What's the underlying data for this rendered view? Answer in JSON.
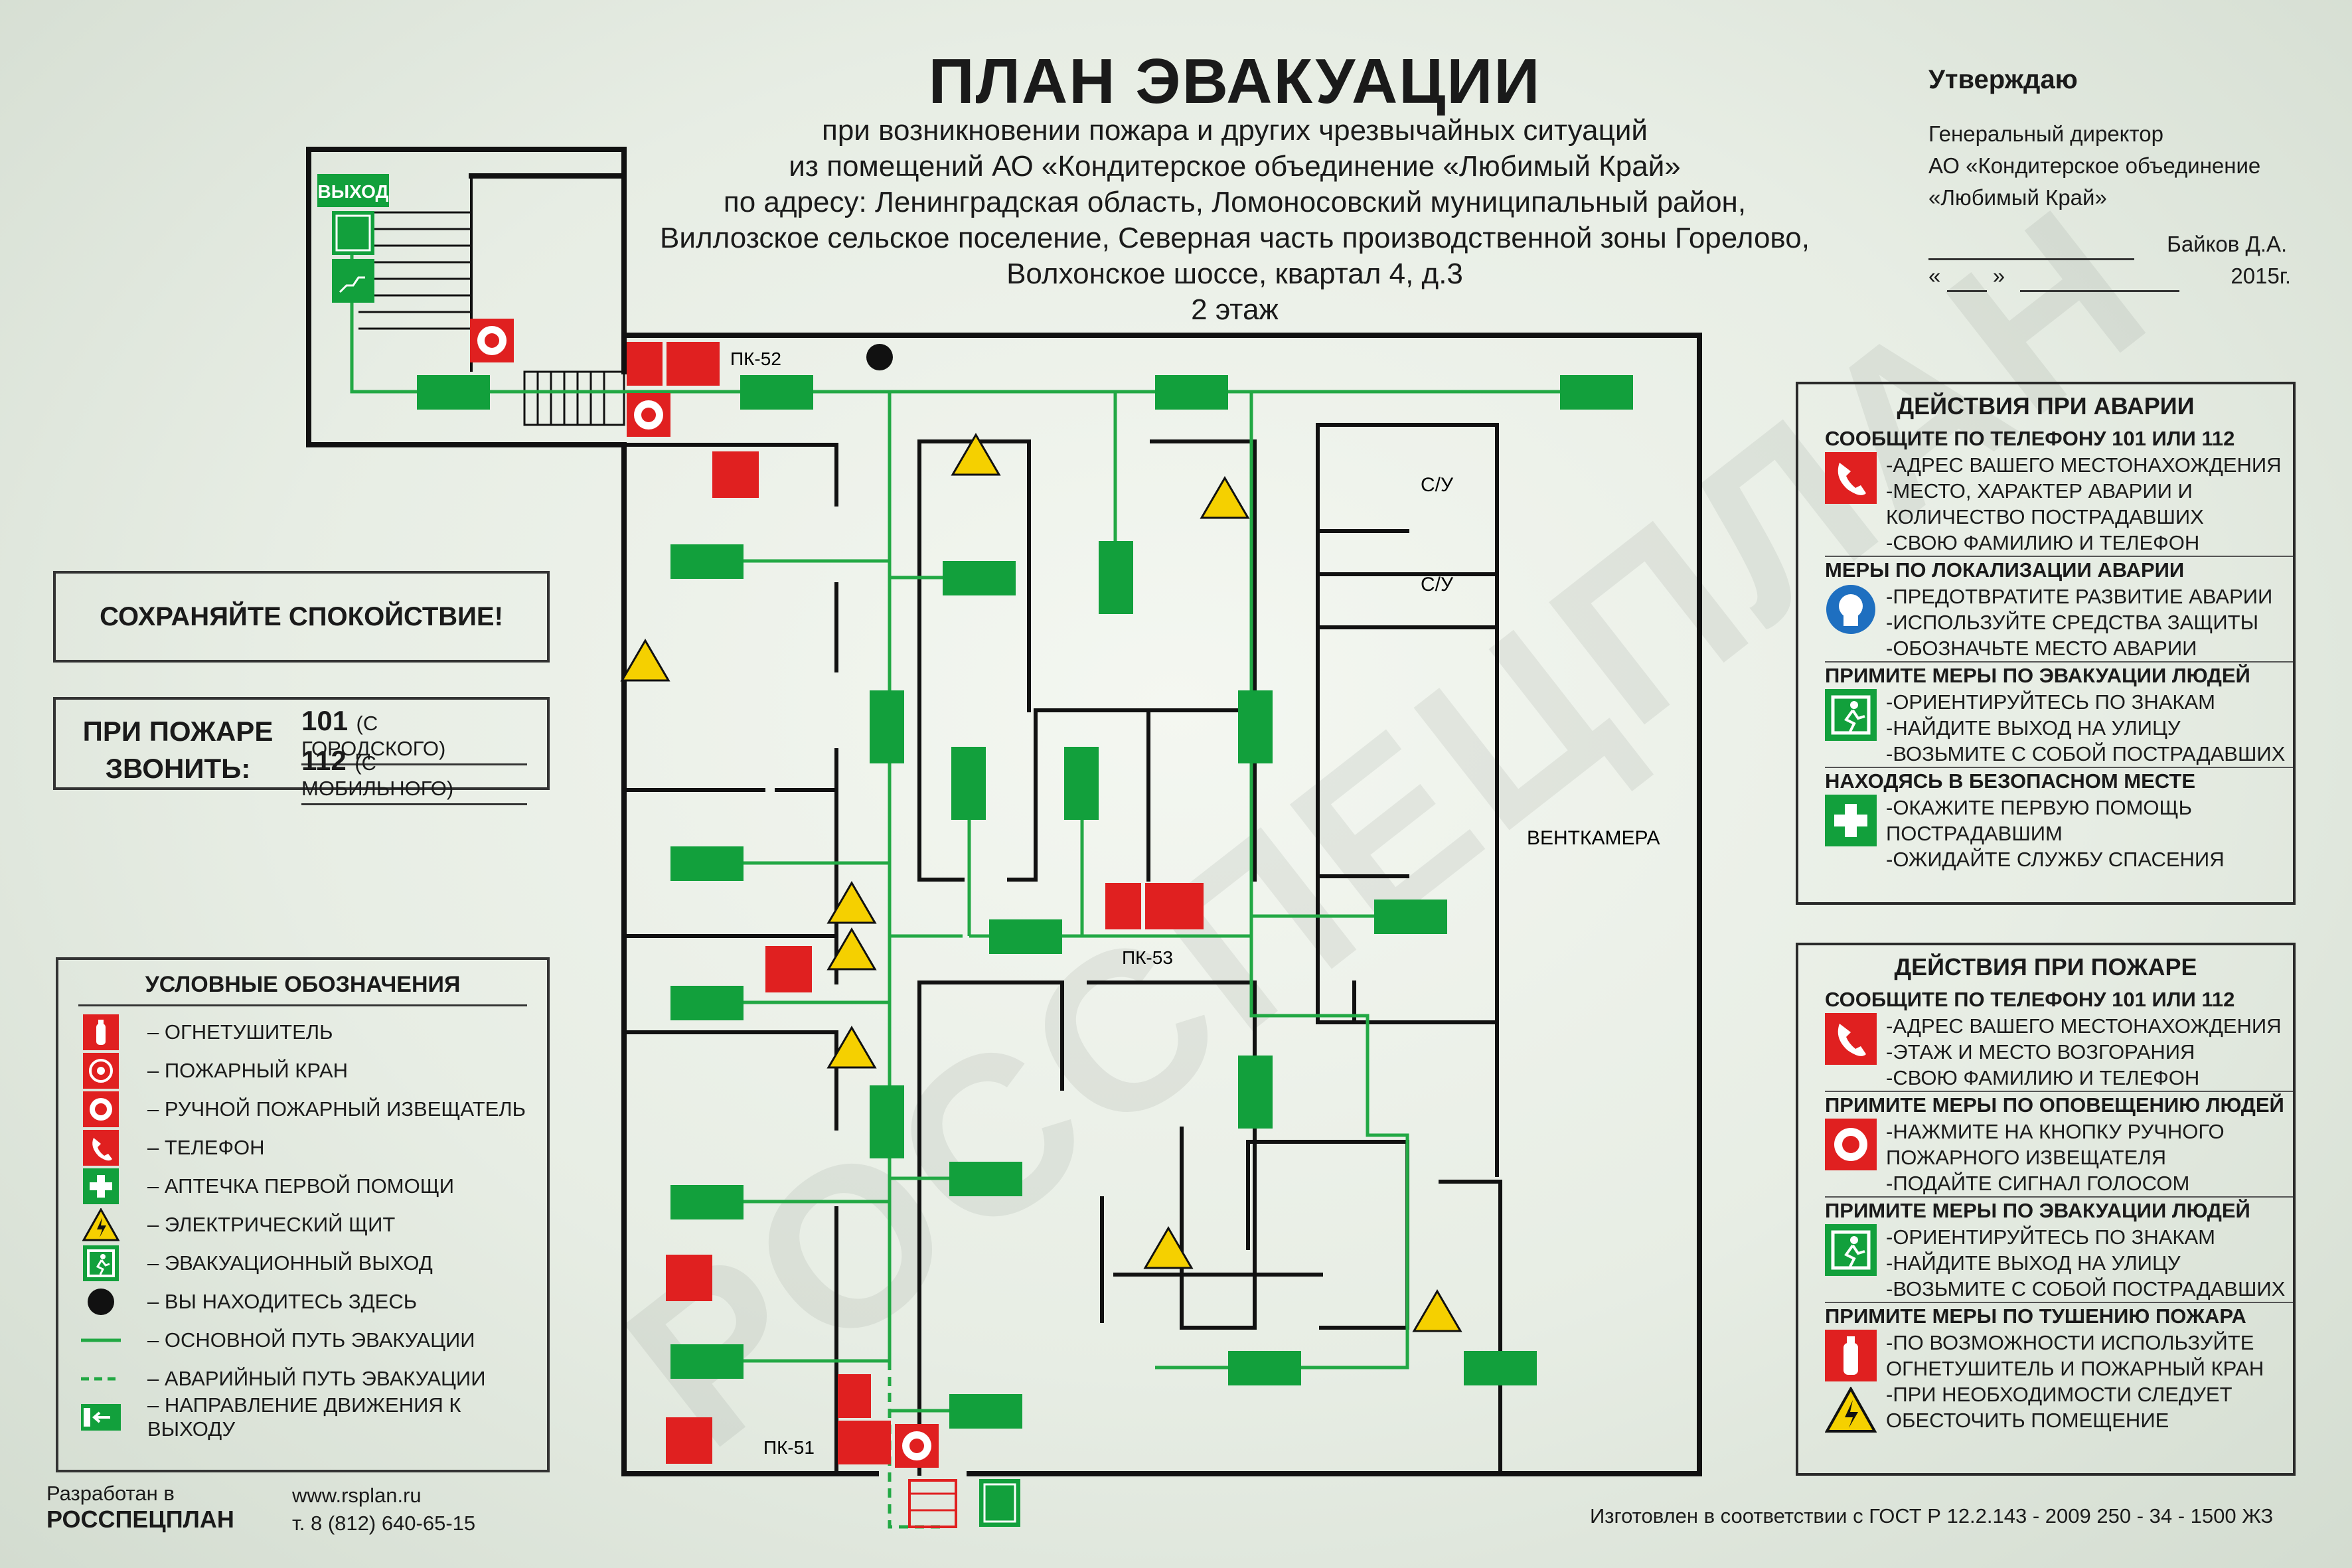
{
  "watermark": "РОССПЕЦПЛАН",
  "header": {
    "title": "ПЛАН ЭВАКУАЦИИ",
    "subtitle_lines": [
      "при возникновении пожара и других чрезвычайных ситуаций",
      "из помещений АО «Кондитерское объединение «Любимый Край»",
      "по адресу: Ленинградская область, Ломоносовский муниципальный район,",
      "Виллозское сельское поселение, Северная часть производственной зоны Горелово,",
      "Волхонское шоссе, квартал 4, д.3",
      "2 этаж"
    ]
  },
  "approval": {
    "heading": "Утверждаю",
    "position_lines": [
      "Генеральный директор",
      "АО «Кондитерское объединение",
      "«Любимый Край»"
    ],
    "signer": "Байков Д.А.",
    "date_open": "«",
    "date_close": "»",
    "year": "2015г."
  },
  "calm_box": "СОХРАНЯЙТЕ  СПОКОЙСТВИЕ!",
  "fire_call": {
    "label_line1": "ПРИ ПОЖАРЕ",
    "label_line2": "ЗВОНИТЬ:",
    "num1": "101",
    "num1_note": "(С ГОРОДСКОГО)",
    "num2": "112",
    "num2_note": "(С МОБИЛЬНОГО)"
  },
  "legend": {
    "title": "УСЛОВНЫЕ ОБОЗНАЧЕНИЯ",
    "items": [
      {
        "icon": "extinguisher-icon",
        "label": "– ОГНЕТУШИТЕЛЬ"
      },
      {
        "icon": "fire-hose-icon",
        "label": "– ПОЖАРНЫЙ КРАН"
      },
      {
        "icon": "manual-alarm-icon",
        "label": "– РУЧНОЙ ПОЖАРНЫЙ ИЗВЕЩАТЕЛЬ"
      },
      {
        "icon": "phone-icon",
        "label": "– ТЕЛЕФОН"
      },
      {
        "icon": "first-aid-icon",
        "label": "– АПТЕЧКА ПЕРВОЙ ПОМОЩИ"
      },
      {
        "icon": "electric-panel-icon",
        "label": "– ЭЛЕКТРИЧЕСКИЙ ЩИТ"
      },
      {
        "icon": "exit-icon",
        "label": "– ЭВАКУАЦИОННЫЙ ВЫХОД"
      },
      {
        "icon": "you-are-here-icon",
        "label": "– ВЫ НАХОДИТЕСЬ ЗДЕСЬ"
      },
      {
        "icon": "main-route-icon",
        "label": "– ОСНОВНОЙ ПУТЬ ЭВАКУАЦИИ"
      },
      {
        "icon": "emergency-route-icon",
        "label": "– АВАРИЙНЫЙ ПУТЬ ЭВАКУАЦИИ"
      },
      {
        "icon": "direction-arrow-icon",
        "label": "– НАПРАВЛЕНИЕ ДВИЖЕНИЯ К ВЫХОДУ"
      }
    ]
  },
  "plan": {
    "exit_label": "ВЫХОД",
    "hydrants": [
      "ПК-52",
      "ПК-53",
      "ПК-51"
    ],
    "rooms": [
      "С/У",
      "С/У",
      "ВЕНТКАМЕРА"
    ]
  },
  "accident_panel": {
    "title": "ДЕЙСТВИЯ ПРИ АВАРИИ",
    "sections": [
      {
        "heading": "СООБЩИТЕ ПО ТЕЛЕФОНУ  101 ИЛИ 112",
        "icon": "phone-icon",
        "lines": [
          "-АДРЕС ВАШЕГО МЕСТОНАХОЖДЕНИЯ",
          "-МЕСТО, ХАРАКТЕР АВАРИИ И",
          " КОЛИЧЕСТВО ПОСТРАДАВШИХ",
          "-СВОЮ ФАМИЛИЮ И  ТЕЛЕФОН"
        ]
      },
      {
        "heading": "МЕРЫ ПО ЛОКАЛИЗАЦИИ АВАРИИ",
        "icon": "protective-mask-icon",
        "lines": [
          "-ПРЕДОТВРАТИТЕ РАЗВИТИЕ АВАРИИ",
          "-ИСПОЛЬЗУЙТЕ СРЕДСТВА ЗАЩИТЫ",
          "-ОБОЗНАЧЬТЕ МЕСТО АВАРИИ"
        ]
      },
      {
        "heading": "ПРИМИТЕ МЕРЫ ПО ЭВАКУАЦИИ ЛЮДЕЙ",
        "icon": "exit-icon",
        "lines": [
          "-ОРИЕНТИРУЙТЕСЬ ПО ЗНАКАМ",
          "-НАЙДИТЕ ВЫХОД НА УЛИЦУ",
          "-ВОЗЬМИТЕ С СОБОЙ ПОСТРАДАВШИХ"
        ]
      },
      {
        "heading": "НАХОДЯСЬ В БЕЗОПАСНОМ МЕСТЕ",
        "icon": "first-aid-icon",
        "lines": [
          "-ОКАЖИТЕ ПЕРВУЮ ПОМОЩЬ",
          " ПОСТРАДАВШИМ",
          "-ОЖИДАЙТЕ СЛУЖБУ СПАСЕНИЯ"
        ]
      }
    ]
  },
  "fire_panel": {
    "title": "ДЕЙСТВИЯ ПРИ ПОЖАРЕ",
    "sections": [
      {
        "heading": "СООБЩИТЕ ПО ТЕЛЕФОНУ  101 ИЛИ 112",
        "icon": "phone-icon",
        "lines": [
          "-АДРЕС ВАШЕГО МЕСТОНАХОЖДЕНИЯ",
          "-ЭТАЖ И МЕСТО ВОЗГОРАНИЯ",
          "-СВОЮ ФАМИЛИЮ И  ТЕЛЕФОН"
        ]
      },
      {
        "heading": "ПРИМИТЕ МЕРЫ ПО ОПОВЕЩЕНИЮ ЛЮДЕЙ",
        "icon": "manual-alarm-icon",
        "lines": [
          "-НАЖМИТЕ НА КНОПКУ РУЧНОГО",
          " ПОЖАРНОГО ИЗВЕЩАТЕЛЯ",
          "-ПОДАЙТЕ СИГНАЛ ГОЛОСОМ"
        ]
      },
      {
        "heading": "ПРИМИТЕ МЕРЫ ПО ЭВАКУАЦИИ ЛЮДЕЙ",
        "icon": "exit-icon",
        "lines": [
          "-ОРИЕНТИРУЙТЕСЬ ПО ЗНАКАМ",
          "-НАЙДИТЕ ВЫХОД НА УЛИЦУ",
          "-ВОЗЬМИТЕ С СОБОЙ ПОСТРАДАВШИХ"
        ]
      },
      {
        "heading": "ПРИМИТЕ МЕРЫ ПО ТУШЕНИЮ ПОЖАРА",
        "icon": "extinguisher-icon",
        "lines": [
          "-ПО ВОЗМОЖНОСТИ ИСПОЛЬЗУЙТЕ",
          " ОГНЕТУШИТЕЛЬ И ПОЖАРНЫЙ КРАН",
          "-ПРИ НЕОБХОДИМОСТИ СЛЕДУЕТ",
          " ОБЕСТОЧИТЬ ПОМЕЩЕНИЕ"
        ]
      }
    ]
  },
  "footer": {
    "dev_label": "Разработан в",
    "company": "РОССПЕЦПЛАН",
    "website": "www.rsplan.ru",
    "phone": "т. 8 (812) 640-65-15",
    "standard": "Изготовлен в соответствии с ГОСТ Р 12.2.143 - 2009 250 - 34 - 1500 ЖЗ"
  }
}
